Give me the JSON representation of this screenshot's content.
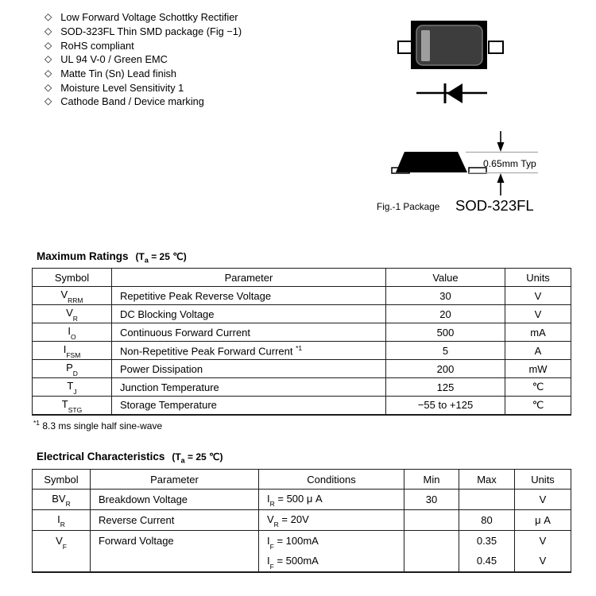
{
  "features": {
    "bullet": "◇",
    "items": [
      "Low Forward Voltage Schottky Rectifier",
      "SOD-323FL Thin SMD package (Fig −1)",
      "RoHS compliant",
      "UL 94 V-0 / Green EMC",
      "Matte Tin (Sn) Lead finish",
      "Moisture Level Sensitivity 1",
      "Cathode Band / Device marking"
    ]
  },
  "figure": {
    "dimension_label": "0.65mm Typ",
    "caption_prefix": "Fig.-1 Package",
    "package_name": "SOD-323FL",
    "colors": {
      "body": "#000000",
      "inner": "#3d3d3d",
      "band": "#9e9e9e",
      "lead": "#ffffff"
    }
  },
  "max_ratings": {
    "title": "Maximum Ratings",
    "ta_prefix": "(T",
    "ta_sub": "a",
    "ta_suffix": " = 25 ℃)",
    "headers": [
      "Symbol",
      "Parameter",
      "Value",
      "Units"
    ],
    "rows": [
      {
        "sym": "V",
        "sub": "RRM",
        "param": "Repetitive Peak Reverse Voltage",
        "value": "30",
        "units": "V"
      },
      {
        "sym": "V",
        "sub": "R",
        "param": "DC Blocking Voltage",
        "value": "20",
        "units": "V"
      },
      {
        "sym": "I",
        "sub": "O",
        "param": "Continuous Forward Current",
        "value": "500",
        "units": "mA"
      },
      {
        "sym": "I",
        "sub": "FSM",
        "param": "Non-Repetitive Peak Forward Current ",
        "param_sup": "*1",
        "value": "5",
        "units": "A"
      },
      {
        "sym": "P",
        "sub": "D",
        "param": "Power Dissipation",
        "value": "200",
        "units": "mW"
      },
      {
        "sym": "T",
        "sub": "J",
        "param": "Junction Temperature",
        "value": "125",
        "units": "℃"
      },
      {
        "sym": "T",
        "sub": "STG",
        "param": "Storage Temperature",
        "value": "−55 to +125",
        "units": "℃"
      }
    ],
    "footnote_sup": "*1",
    "footnote_text": " 8.3 ms single half sine-wave"
  },
  "electrical": {
    "title": "Electrical Characteristics",
    "ta_prefix": "(T",
    "ta_sub": "a",
    "ta_suffix": " = 25 ℃)",
    "headers": [
      "Symbol",
      "Parameter",
      "Conditions",
      "Min",
      "Max",
      "Units"
    ],
    "rows": [
      {
        "sym": "BV",
        "sub": "R",
        "param": "Breakdown Voltage",
        "cond_base": "I",
        "cond_sub": "R",
        "cond_rest": " = 500 μ A",
        "min": "30",
        "max": "",
        "units": "V"
      },
      {
        "sym": "I",
        "sub": "R",
        "param": "Reverse Current",
        "cond_base": "V",
        "cond_sub": "R",
        "cond_rest": " = 20V",
        "min": "",
        "max": "80",
        "units": "μ A"
      },
      {
        "sym": "V",
        "sub": "F",
        "param": "Forward Voltage",
        "cond1_base": "I",
        "cond1_sub": "F",
        "cond1_rest": " = 100mA",
        "max1": "0.35",
        "units1": "V",
        "cond2_base": "I",
        "cond2_sub": "F",
        "cond2_rest": " = 500mA",
        "max2": "0.45",
        "units2": "V",
        "min": ""
      }
    ]
  }
}
